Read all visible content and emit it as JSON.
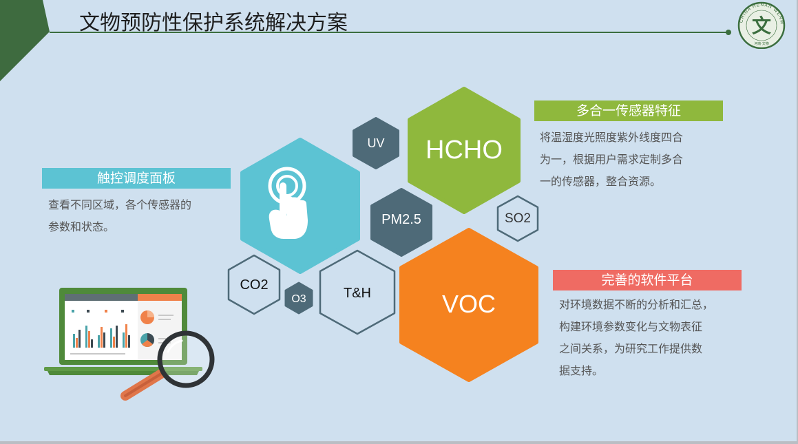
{
  "title": "文物预防性保护系统解决方案",
  "logo": {
    "ring_text": "CHINA HENAN WENWU",
    "center_glyph": "文",
    "bottom_text": "河南·文物"
  },
  "features": {
    "touch": {
      "label": "触控调度面板",
      "desc_line1": "查看不同区域，各个传感器的",
      "desc_line2": "参数和状态。"
    },
    "sensor": {
      "label": "多合一传感器特征",
      "desc_line1": "将温湿度光照度紫外线度四合",
      "desc_line2": "为一，根据用户需求定制多合",
      "desc_line3": "一的传感器，整合资源。"
    },
    "software": {
      "label": "完善的软件平台",
      "desc_line1": "对环境数据不断的分析和汇总，",
      "desc_line2": "构建环境参数变化与文物表征",
      "desc_line3": "之间关系，为研究工作提供数",
      "desc_line4": "据支持。"
    }
  },
  "hexes": {
    "uv": "UV",
    "hcho": "HCHO",
    "pm25": "PM2.5",
    "so2": "SO2",
    "voc": "VOC",
    "co2": "CO2",
    "o3": "O3",
    "th": "T&H"
  },
  "colors": {
    "background": "#cfe0ef",
    "accent_green": "#3b6e3e",
    "touch_blue": "#5cc3d3",
    "sensor_green": "#8fb83d",
    "software_red": "#ef6b63",
    "voc_orange": "#f5821f",
    "slate": "#4e6a78"
  },
  "icons": {
    "touch": "touch-finger-icon",
    "laptop": "laptop-analytics-icon",
    "magnifier": "magnifying-glass-icon"
  }
}
